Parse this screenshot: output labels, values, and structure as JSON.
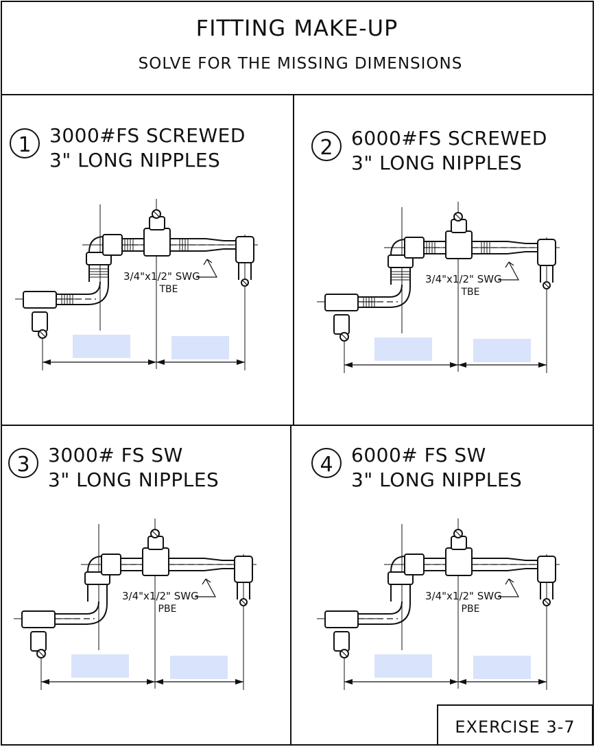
{
  "sheet": {
    "title": "FITTING MAKE-UP",
    "subtitle": "SOLVE FOR THE MISSING DIMENSIONS",
    "exercise_label": "EXERCISE 3-7"
  },
  "problems": [
    {
      "number": "1",
      "line1": "3000#FS SCREWED",
      "line2": "3\" LONG NIPPLES",
      "swage_label": "3/4\"x1/2\" SWG",
      "swage_ends": "TBE",
      "threaded": true,
      "answer_left": "",
      "answer_right": ""
    },
    {
      "number": "2",
      "line1": "6000#FS SCREWED",
      "line2": "3\" LONG NIPPLES",
      "swage_label": "3/4\"x1/2\" SWG",
      "swage_ends": "TBE",
      "threaded": true,
      "answer_left": "",
      "answer_right": ""
    },
    {
      "number": "3",
      "line1": "3000# FS SW",
      "line2": "3\" LONG NIPPLES",
      "swage_label": "3/4\"x1/2\" SWG",
      "swage_ends": "PBE",
      "threaded": false,
      "answer_left": "",
      "answer_right": ""
    },
    {
      "number": "4",
      "line1": "6000# FS SW",
      "line2": "3\" LONG NIPPLES",
      "swage_label": "3/4\"x1/2\" SWG",
      "swage_ends": "PBE",
      "threaded": false,
      "answer_left": "",
      "answer_right": ""
    }
  ],
  "colors": {
    "answer_box": "#d9e3fb",
    "ink": "#111111"
  }
}
